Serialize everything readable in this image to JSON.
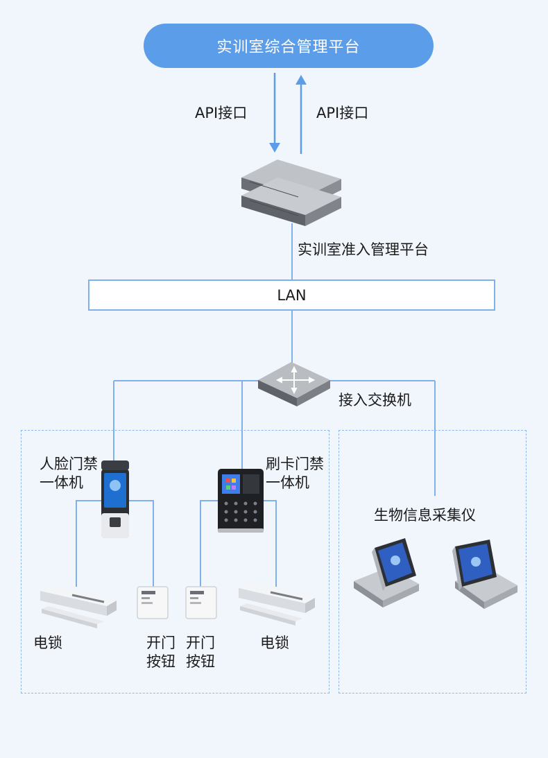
{
  "top_platform": "实训室综合管理平台",
  "api_down": "API接口",
  "api_up": "API接口",
  "access_platform": "实训室准入管理平台",
  "lan": "LAN",
  "switch": "接入交换机",
  "face_device": "人脸门禁\n一体机",
  "card_device": "刷卡门禁\n一体机",
  "bio_device": "生物信息采集仪",
  "lock_left": "电锁",
  "button_left": "开门\n按钮",
  "button_right": "开门\n按钮",
  "lock_right": "电锁",
  "colors": {
    "accent": "#5b9de9",
    "line": "#7fb0e8",
    "background": "#f1f6fd"
  }
}
